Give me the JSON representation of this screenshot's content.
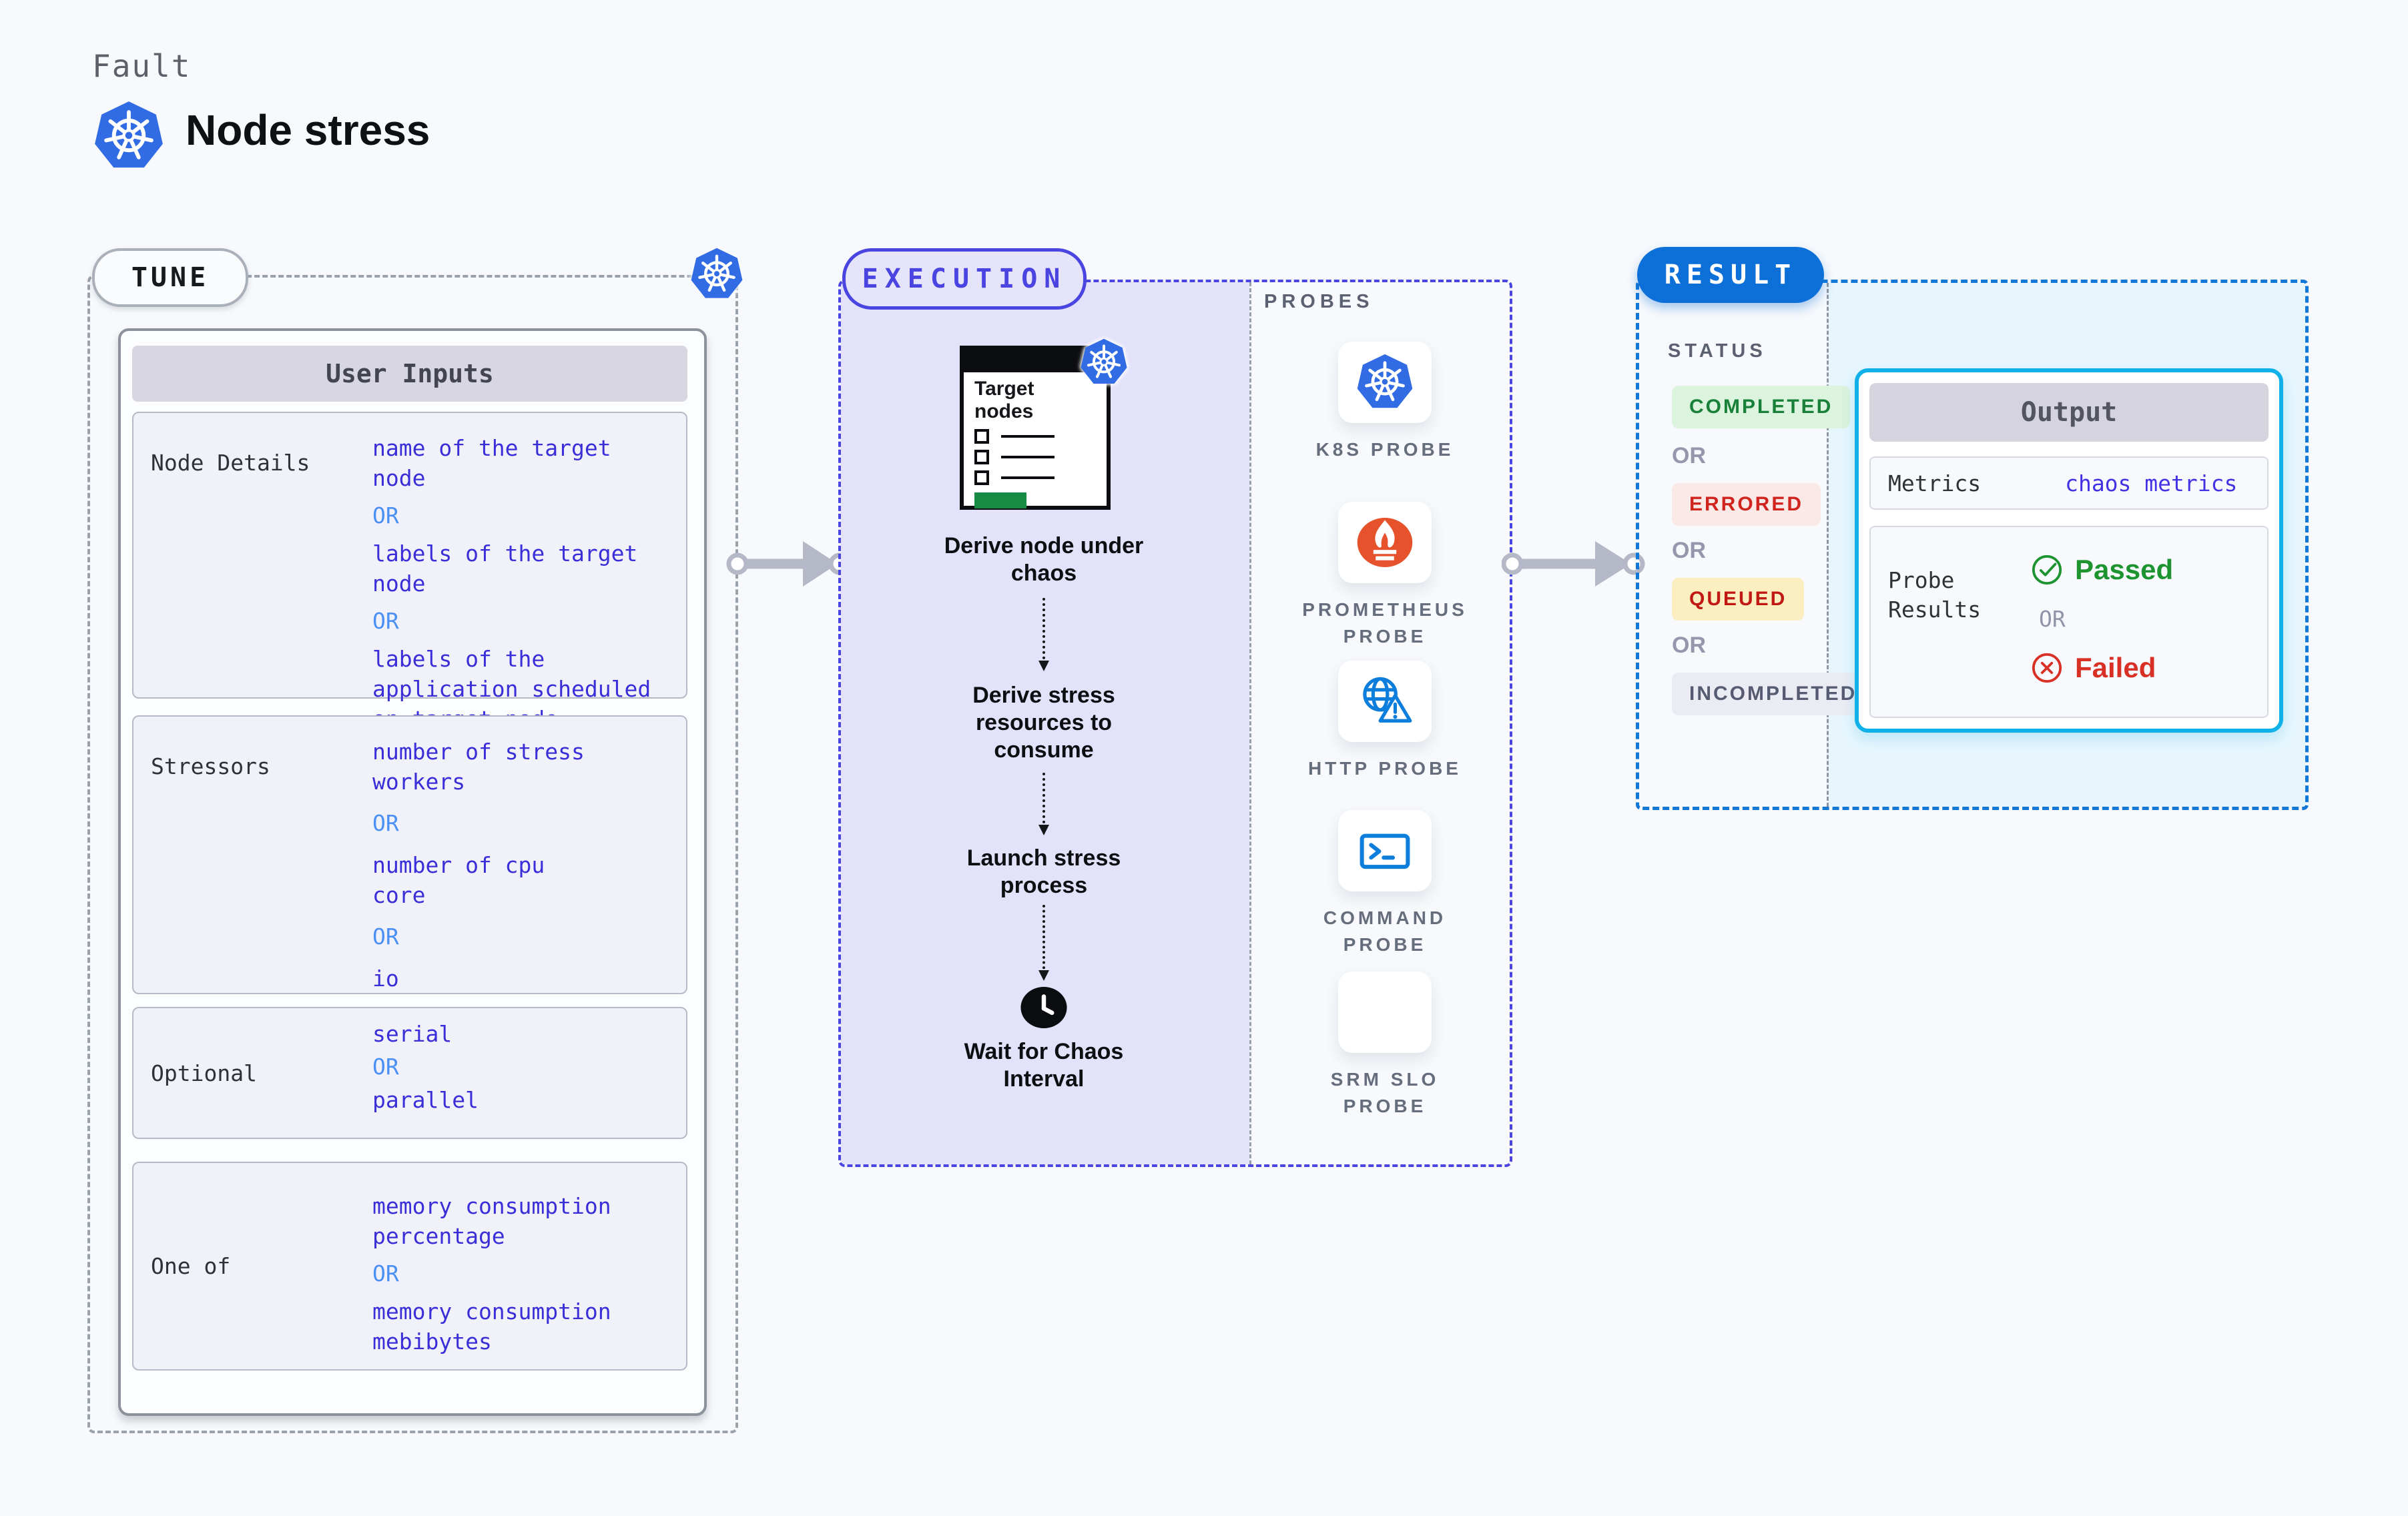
{
  "page": {
    "kicker": "Fault",
    "title": "Node stress"
  },
  "tune": {
    "label": "TUNE",
    "or_label": "OR",
    "table_header": "User Inputs",
    "rows": [
      {
        "label": "Node Details",
        "options": [
          "name of the target node",
          "labels of the target node",
          "labels of the application scheduled on target node"
        ]
      },
      {
        "label": "Stressors",
        "options": [
          "number of stress workers",
          "number of cpu core",
          "io"
        ]
      },
      {
        "label": "Optional",
        "options": [
          "serial",
          "parallel"
        ]
      },
      {
        "label": "One of",
        "options": [
          "memory consumption percentage",
          "memory consumption mebibytes"
        ]
      }
    ]
  },
  "execution": {
    "label": "EXECUTION",
    "target_window_title": "Target nodes",
    "steps": [
      "Derive node under chaos",
      "Derive stress resources to consume",
      "Launch stress process",
      "Wait for Chaos Interval"
    ]
  },
  "probes": {
    "label": "PROBES",
    "items": [
      {
        "name": "K8S PROBE",
        "icon": "kubernetes-icon"
      },
      {
        "name": "PROMETHEUS PROBE",
        "icon": "prometheus-icon"
      },
      {
        "name": "HTTP PROBE",
        "icon": "http-globe-warning-icon"
      },
      {
        "name": "COMMAND PROBE",
        "icon": "terminal-icon"
      },
      {
        "name": "SRM SLO PROBE",
        "icon": "srm-slo-icon"
      }
    ]
  },
  "result": {
    "label": "RESULT",
    "status_label": "STATUS",
    "or_label": "OR",
    "statuses": [
      "COMPLETED",
      "ERRORED",
      "QUEUED",
      "INCOMPLETED"
    ],
    "output": {
      "header": "Output",
      "metrics_label": "Metrics",
      "metrics_value": "chaos metrics",
      "probe_results_label": "Probe Results",
      "passed_label": "Passed",
      "or_label": "OR",
      "failed_label": "Failed"
    }
  },
  "colors": {
    "accent_indigo": "#4a44e0",
    "tune_value_text": "#3a2ed8",
    "or_blue": "#4a90f5",
    "result_blue": "#0d6fd8",
    "output_border_cyan": "#10b1e8",
    "kubernetes_blue": "#326ce5",
    "prometheus_orange": "#e6522c",
    "passed_green": "#1e9430",
    "failed_red": "#d93025",
    "completed_green": "#188038",
    "completed_bg": "#dcf3dd",
    "errored_bg": "#fbe9e8",
    "queued_bg": "#fbeec0",
    "incompleted_bg": "#ebecf3",
    "execution_fill": "#e4e2fb",
    "result_fill": "#e7f6fd",
    "arrow_gray": "#b4b8c7"
  }
}
